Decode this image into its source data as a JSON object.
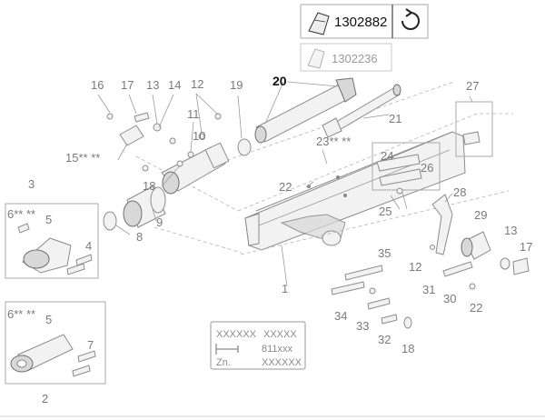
{
  "ref_box": {
    "current": "1302882",
    "previous": "1302236",
    "reload_icon": "rotate-icon"
  },
  "labels": {
    "l1": "1",
    "l2": "2",
    "l3": "3",
    "l4": "4",
    "l5a": "5",
    "l5b": "5",
    "l6a": "6** **",
    "l6b": "6** **",
    "l7": "7",
    "l8": "8",
    "l9": "9",
    "l10": "10",
    "l11": "11",
    "l12a": "12",
    "l12b": "12",
    "l13a": "13",
    "l13b": "13",
    "l14": "14",
    "l15": "15** **",
    "l16": "16",
    "l17a": "17",
    "l17b": "17",
    "l18a": "18",
    "l18b": "18",
    "l19": "19",
    "l20": "20",
    "l21": "21",
    "l22a": "22",
    "l22b": "22",
    "l23": "23** **",
    "l24": "24",
    "l25": "25",
    "l26": "26",
    "l27": "27",
    "l28": "28",
    "l29": "29",
    "l30": "30",
    "l31": "31",
    "l32": "32",
    "l33": "33",
    "l34": "34",
    "l35": "35"
  },
  "plate": {
    "row1a": "XXXXXX",
    "row1b": "XXXXX",
    "row2": "811xxx",
    "row3a": "Zn.",
    "row3b": "XXXXXX"
  }
}
